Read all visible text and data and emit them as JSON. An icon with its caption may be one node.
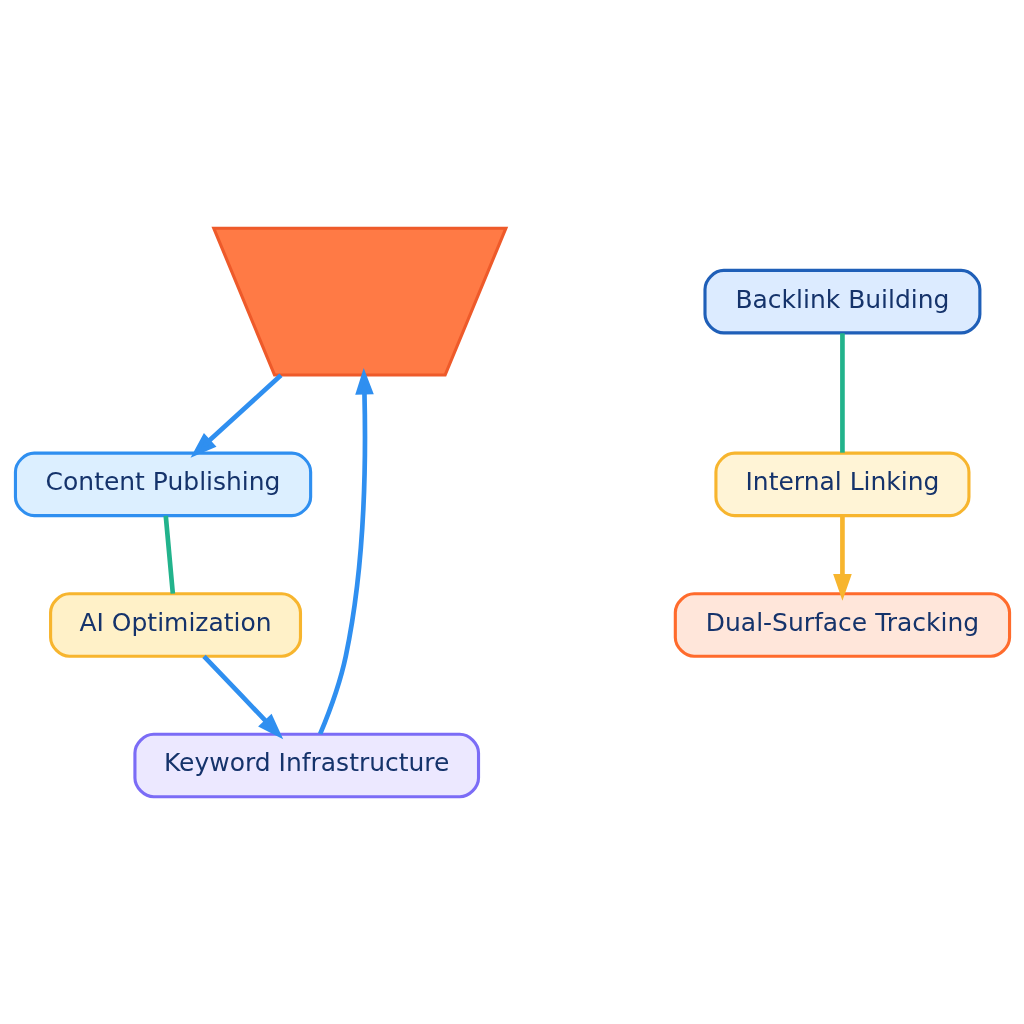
{
  "diagram": {
    "nodes": [
      {
        "text": [],
        "shape": "funnel"
      },
      {
        "text": [
          "Keyword Infrastructure"
        ]
      },
      {
        "text": [
          "Content Publishing"
        ]
      },
      {
        "text": [
          "AI Optimization"
        ]
      },
      {
        "text": [
          "Backlink Building"
        ]
      },
      {
        "text": [
          "Internal Linking"
        ]
      },
      {
        "text": [
          "Dual-Surface Tracking"
        ]
      }
    ],
    "edges": [
      {
        "from": 1,
        "to": 0,
        "arrow": "to"
      },
      {
        "from": 0,
        "to": 2,
        "arrow": "to"
      },
      {
        "from": 2,
        "to": 3,
        "arrow": "none",
        "color": "#22b38c"
      },
      {
        "from": 3,
        "to": 1,
        "arrow": "to"
      },
      {
        "from": 4,
        "to": 5,
        "arrow": "none",
        "color": "#22b38c"
      },
      {
        "from": 5,
        "to": 6,
        "arrow": "to",
        "color": "#f7b52e"
      }
    ]
  }
}
